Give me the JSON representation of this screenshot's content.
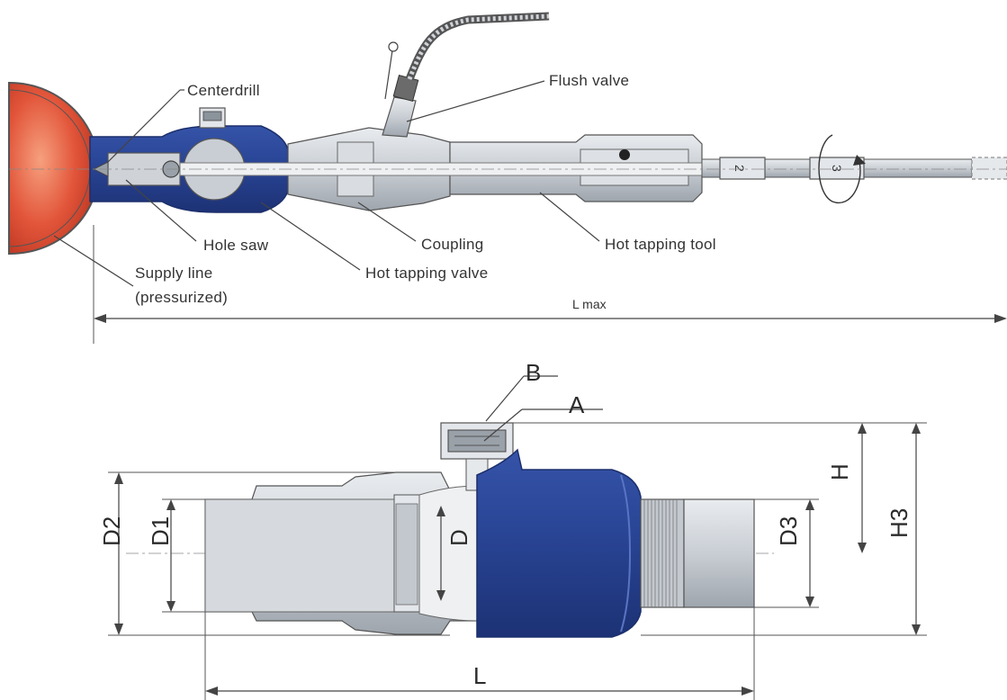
{
  "top_diagram": {
    "labels": {
      "centerdrill": "Centerdrill",
      "flush_valve": "Flush valve",
      "hole_saw": "Hole saw",
      "coupling": "Coupling",
      "hot_tapping_tool": "Hot tapping tool",
      "hot_tapping_valve": "Hot tapping valve",
      "supply_line_1": "Supply line",
      "supply_line_2": "(pressurized)",
      "l_max": "L max",
      "shaft_2": "2",
      "shaft_3": "3"
    }
  },
  "bottom_diagram": {
    "labels": {
      "b": "B",
      "a": "A",
      "d2": "D2",
      "d1": "D1",
      "d": "D",
      "d3": "D3",
      "h": "H",
      "h3": "H3",
      "l": "L"
    }
  },
  "colors": {
    "pipe_red": "#e0563a",
    "valve_blue": "#2f4fa3",
    "steel": "#cfd3d8"
  }
}
